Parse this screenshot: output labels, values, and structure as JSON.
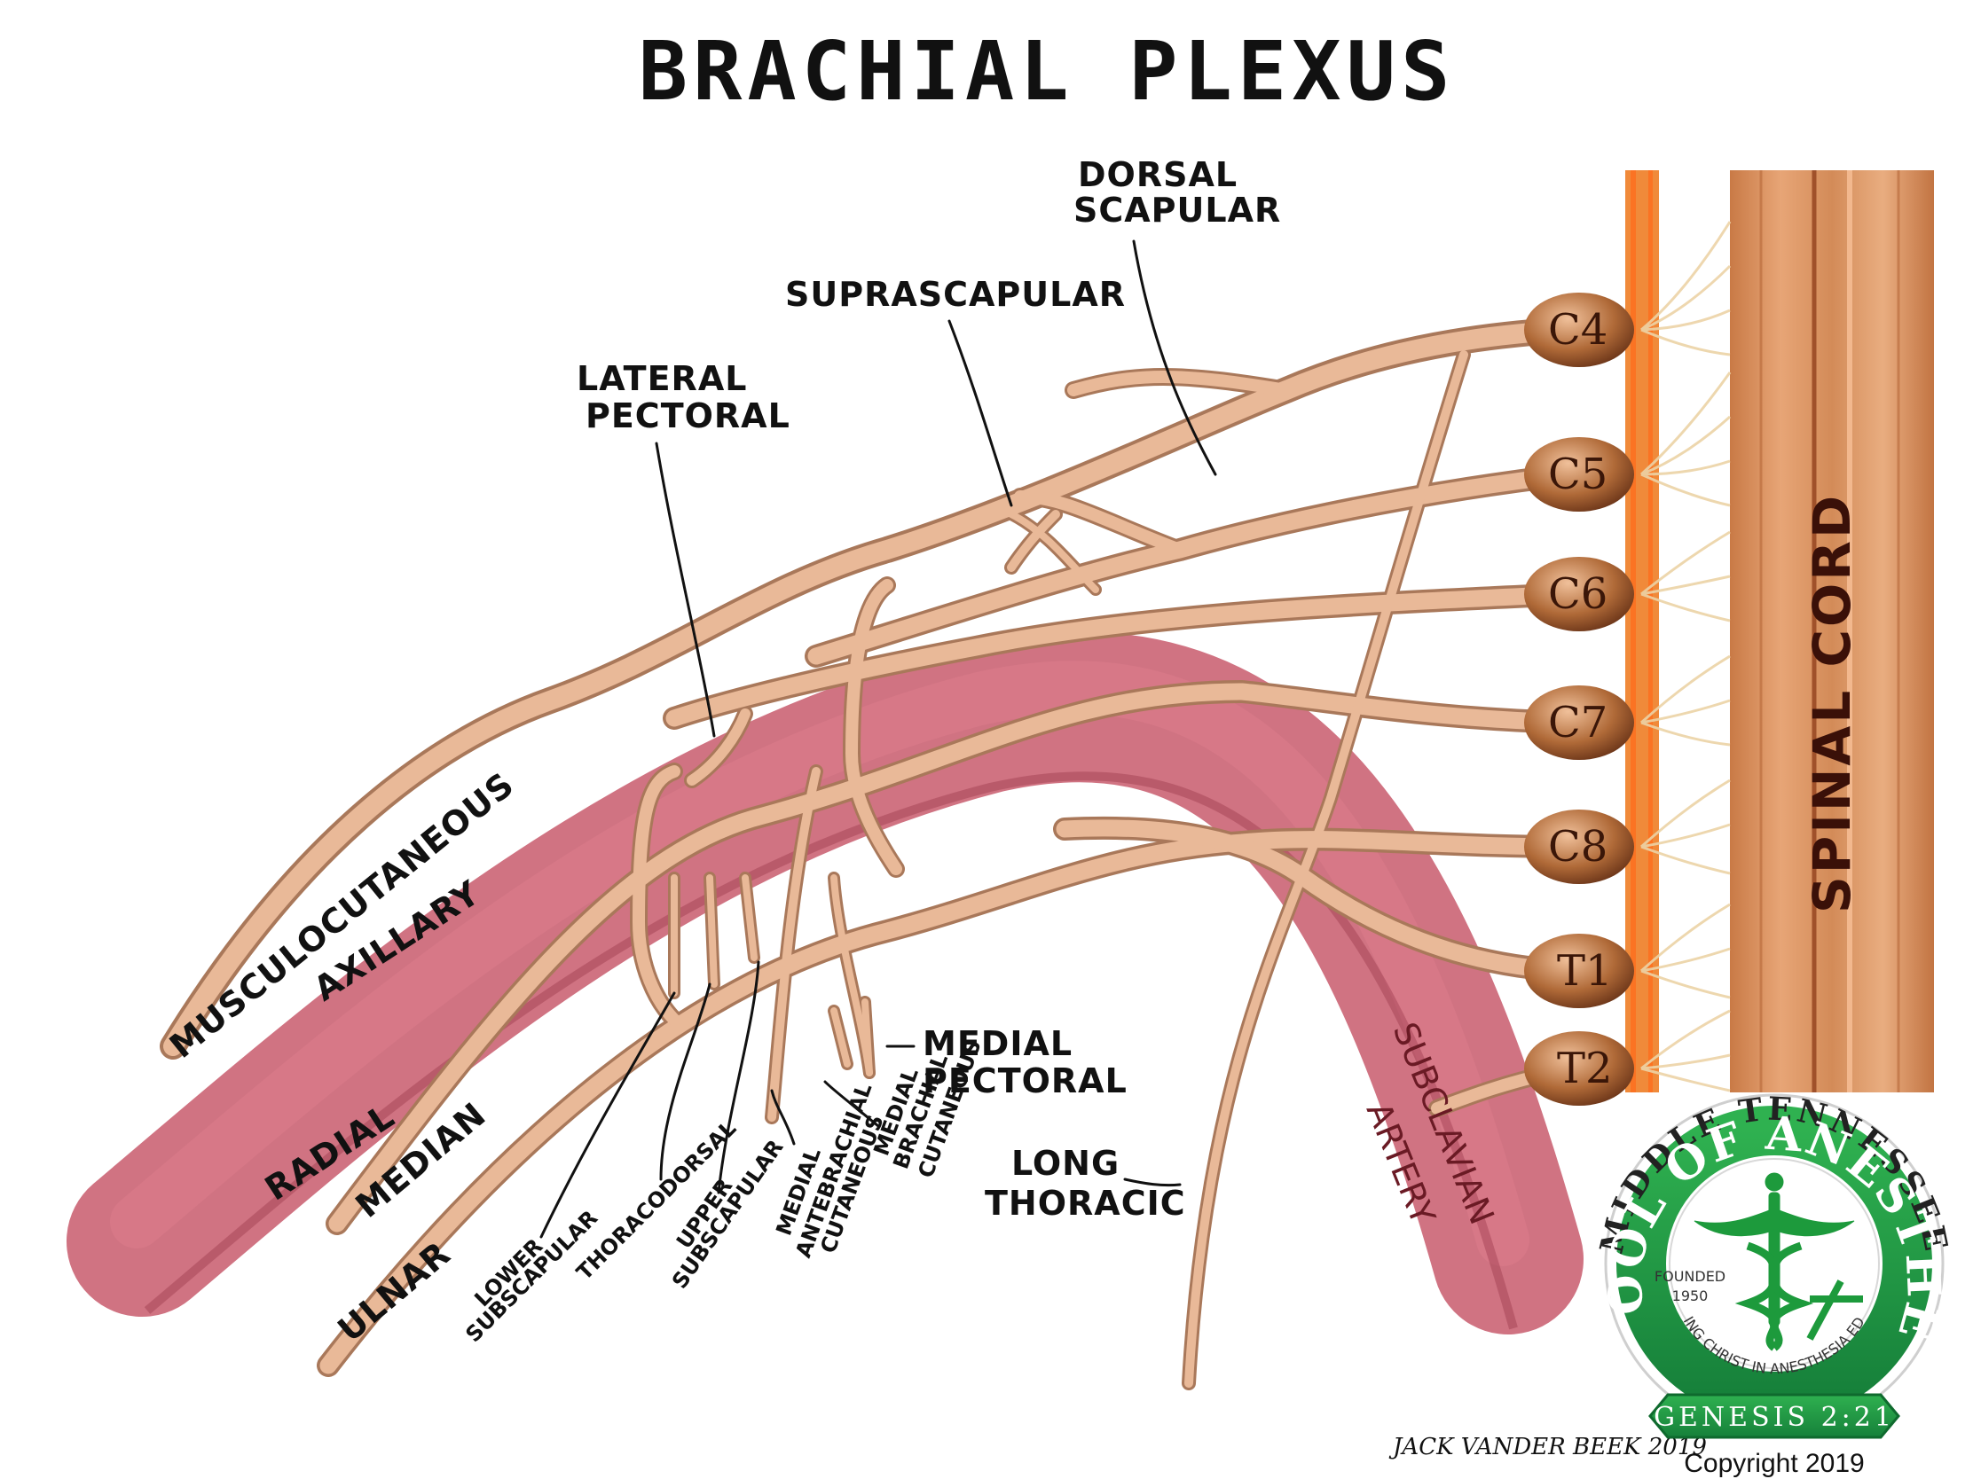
{
  "title": "BRACHIAL PLEXUS",
  "roots": [
    "C4",
    "C5",
    "C6",
    "C7",
    "C8",
    "T1",
    "T2"
  ],
  "spinal_cord_label": "SPINAL CORD",
  "artery_label": [
    "SUBCLAVIAN",
    "ARTERY"
  ],
  "labels": {
    "dorsal_scapular": [
      "DORSAL",
      "SCAPULAR"
    ],
    "suprascapular": "SUPRASCAPULAR",
    "lateral_pectoral": [
      "LATERAL",
      "PECTORAL"
    ],
    "musculocutaneous": "MUSCULOCUTANEOUS",
    "axillary": "AXILLARY",
    "radial": "RADIAL",
    "median": "MEDIAN",
    "ulnar": "ULNAR",
    "lower_subscapular": [
      "LOWER",
      "SUBSCAPULAR"
    ],
    "thoracodorsal": "THORACODORSAL",
    "upper_subscapular": [
      "UPPER",
      "SUBSCAPULAR"
    ],
    "medial_antebrachial": [
      "MEDIAL",
      "ANTEBRACHIAL",
      "CUTANEOUS"
    ],
    "medial_brachial": [
      "MEDIAL",
      "BRACHIAL",
      "CUTANEOUS"
    ],
    "medial_pectoral": [
      "MEDIAL",
      "PECTORAL"
    ],
    "long_thoracic": [
      "LONG",
      "THORACIC"
    ]
  },
  "signature": "JACK VANDER BEEK 2019",
  "copyright": "Copyright 2019",
  "logo": {
    "ring_text": "MIDDLE TENNESSEE",
    "main_text": "SCHOOL OF ANESTHESIA",
    "founded_line1": "FOUNDED",
    "founded_line2": "1950",
    "motto": "REFLECTING CHRIST IN ANESTHESIA EDUCATION",
    "banner": "GENESIS 2:21",
    "color": "#1d9a3c"
  },
  "colors": {
    "nerve": "#e9b998",
    "nerve_edge": "#a9785a",
    "artery": "#c85a6c",
    "ganglion": "#9a5a30",
    "cord": "#d9915e"
  }
}
